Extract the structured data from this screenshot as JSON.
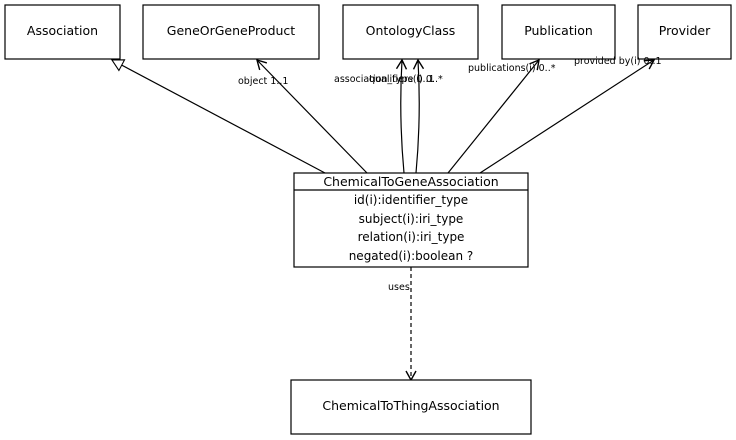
{
  "classes": {
    "association": "Association",
    "gene_or_gene_product": "GeneOrGeneProduct",
    "ontology_class": "OntologyClass",
    "publication": "Publication",
    "provider": "Provider",
    "chemical_to_gene": {
      "name": "ChemicalToGeneAssociation",
      "attributes": [
        "id(i):identifier_type",
        "subject(i):iri_type",
        "relation(i):iri_type",
        "negated(i):boolean ?"
      ]
    },
    "chemical_to_thing": "ChemicalToThingAssociation"
  },
  "edges": {
    "object": "object 1..1",
    "association_type": "association_type 0..1",
    "qualifiers": "qualifiers(i) 0..*",
    "publications": "publications(i) 0..*",
    "provided_by": "provided by(i) 0..1",
    "uses": "uses"
  }
}
